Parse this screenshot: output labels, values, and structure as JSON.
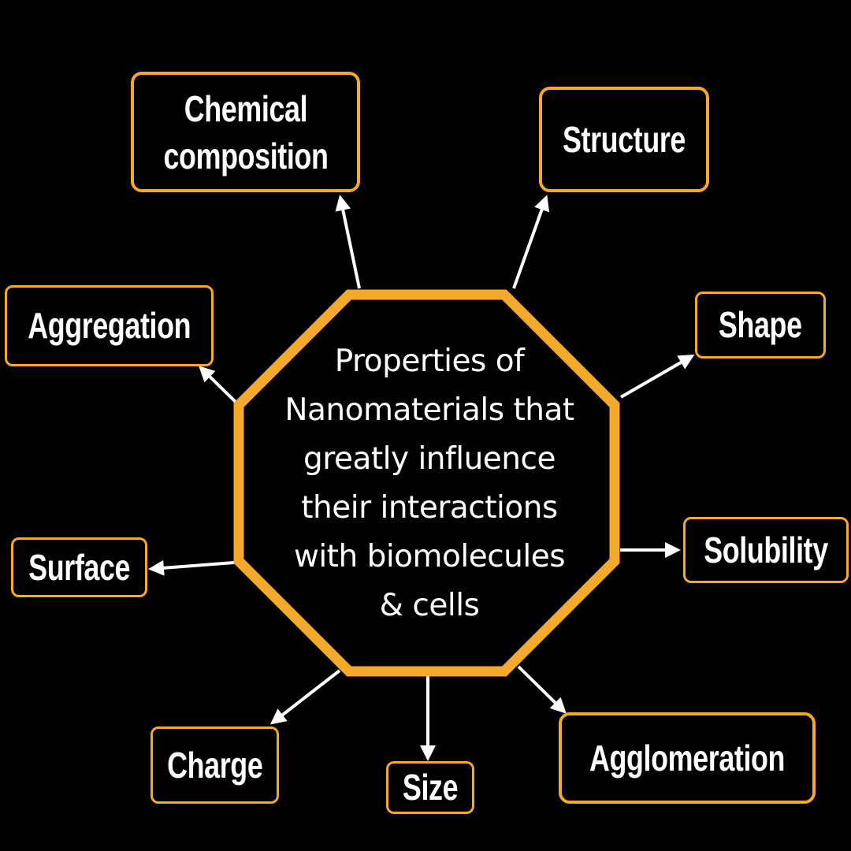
{
  "diagram": {
    "center_lines": [
      "Properties of",
      "Nanomaterials that",
      "greatly influence",
      "their interactions",
      "with biomolecules",
      "& cells"
    ],
    "properties": {
      "chemical_composition": [
        "Chemical",
        "composition"
      ],
      "structure": "Structure",
      "aggregation": "Aggregation",
      "shape": "Shape",
      "surface": "Surface",
      "solubility": "Solubility",
      "charge": "Charge",
      "size": "Size",
      "agglomeration": "Agglomeration"
    },
    "colors": {
      "background": "#000000",
      "accent": "#f5a92b",
      "text": "#ffffff",
      "arrow": "#ffffff"
    }
  }
}
